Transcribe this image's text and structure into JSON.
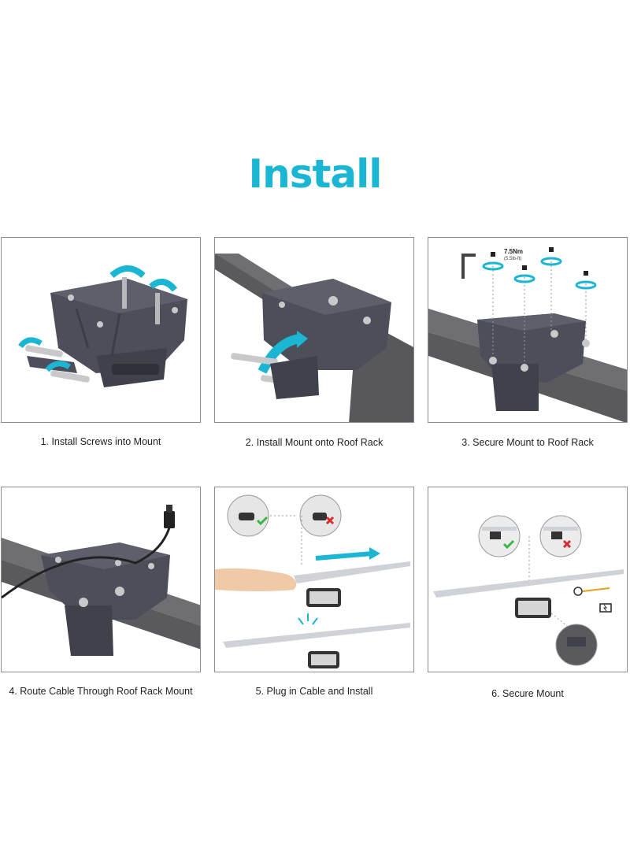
{
  "title": "Install",
  "colors": {
    "accent": "#1ab6d3",
    "mount": "#4c4f5a",
    "rail": "#6f6f73",
    "ok": "#3cb54a",
    "bad": "#d92b2b"
  },
  "steps": [
    {
      "caption": "1. Install Screws into Mount"
    },
    {
      "caption": "2. Install Mount onto Roof Rack"
    },
    {
      "caption": "3. Secure Mount to Roof Rack",
      "torque": "7.5Nm",
      "torque_alt": "(5.5lb-ft)"
    },
    {
      "caption": "4. Route Cable Through Roof Rack Mount"
    },
    {
      "caption": "5. Plug in Cable and Install"
    },
    {
      "caption": "6. Secure Mount"
    }
  ]
}
